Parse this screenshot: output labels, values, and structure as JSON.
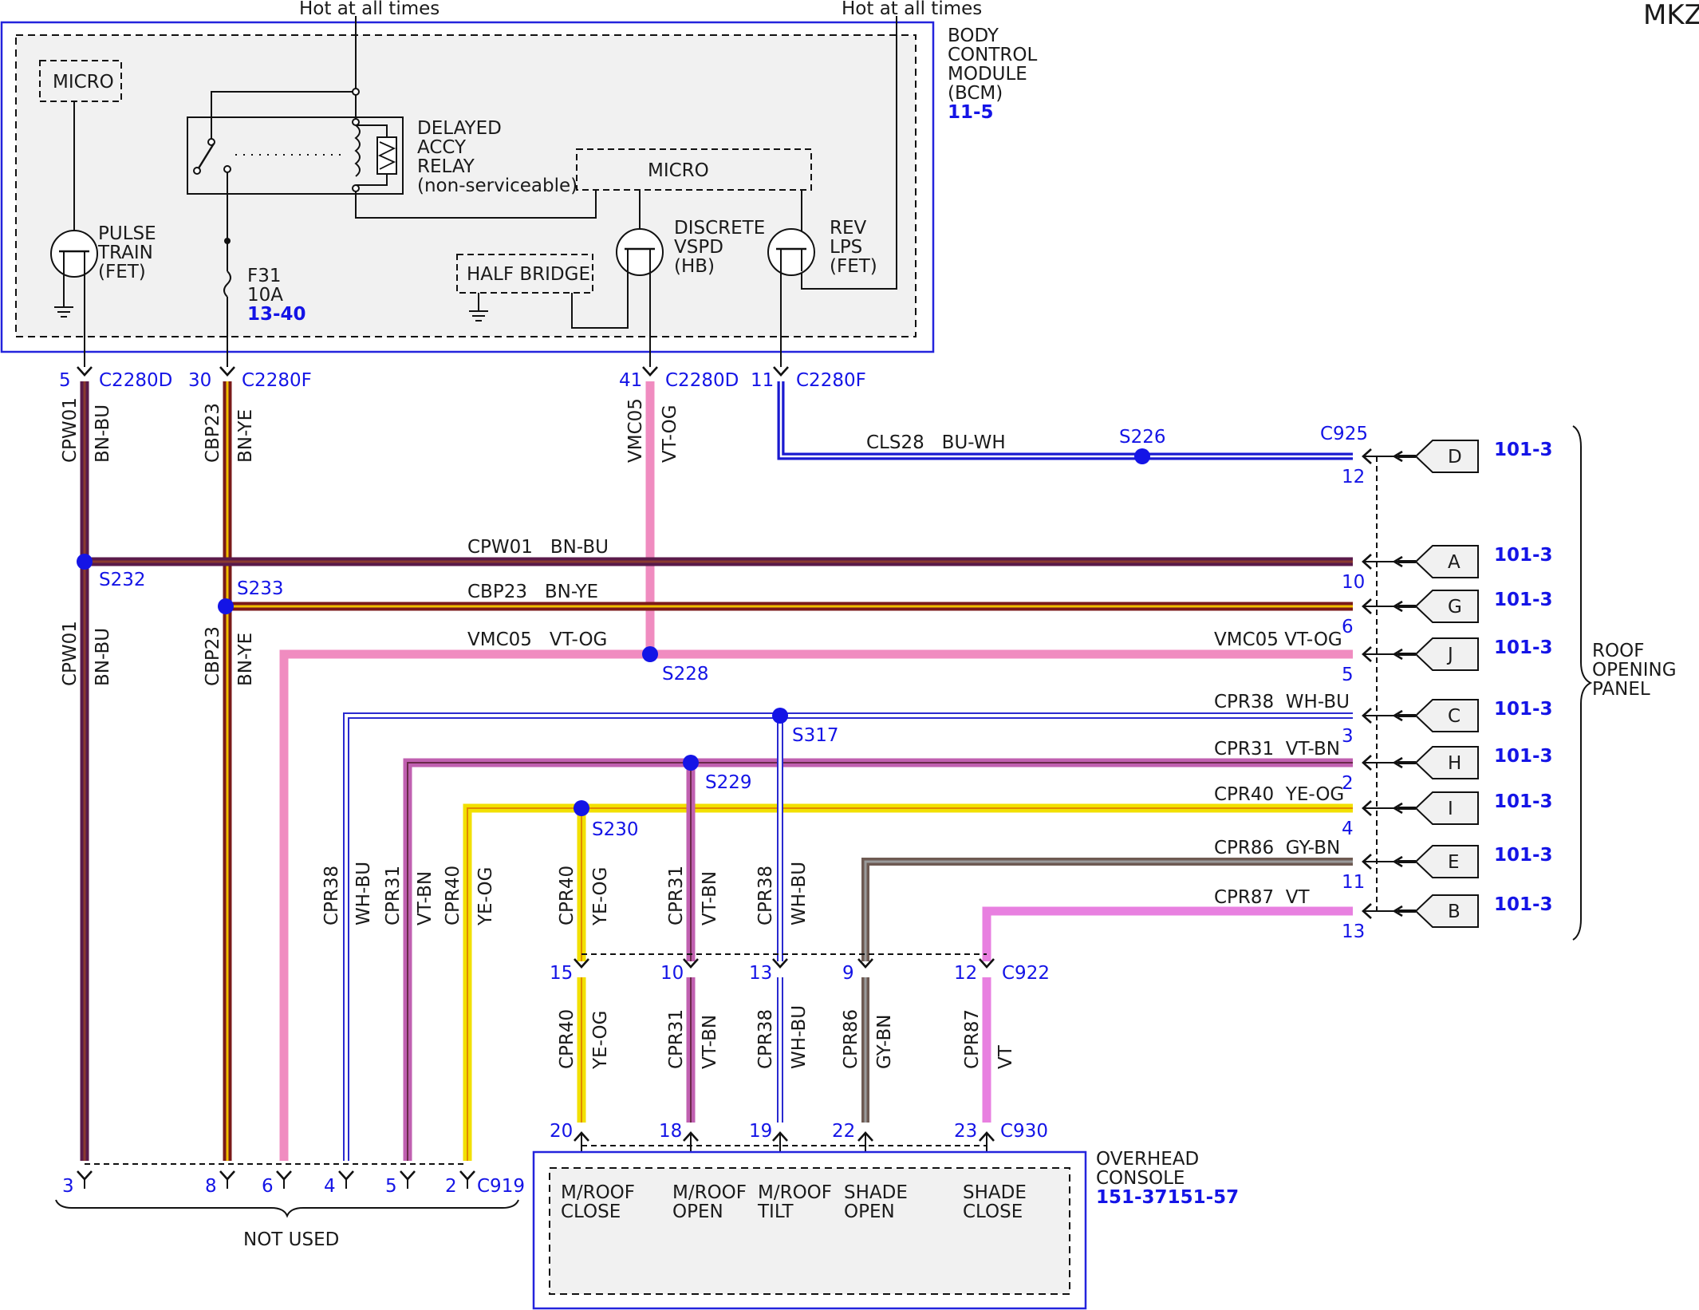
{
  "vehicle": "MKZ",
  "hot_label": "Hot at all times",
  "bcm": {
    "name_lines": [
      "BODY",
      "CONTROL",
      "MODULE",
      "(BCM)"
    ],
    "ref": "11-5",
    "micro_label": "MICRO",
    "relay_lines": [
      "DELAYED",
      "ACCY",
      "RELAY",
      "(non-serviceable)"
    ],
    "half_bridge_label": "HALF BRIDGE",
    "pulse_train_lines": [
      "PULSE",
      "TRAIN",
      "(FET)"
    ],
    "discrete_vspd_lines": [
      "DISCRETE",
      "VSPD",
      "(HB)"
    ],
    "rev_lps_lines": [
      "REV",
      "LPS",
      "(FET)"
    ],
    "fuse_lines": [
      "F31",
      "10A"
    ],
    "fuse_ref": "13-40"
  },
  "bcm_pins": [
    {
      "pin": "5",
      "connector": "C2280D"
    },
    {
      "pin": "30",
      "connector": "C2280F"
    },
    {
      "pin": "41",
      "connector": "C2280D"
    },
    {
      "pin": "11",
      "connector": "C2280F"
    }
  ],
  "vertical_wire_labels": {
    "cpw01_top": [
      "CPW01",
      "BN-BU"
    ],
    "cbp23_top": [
      "CBP23",
      "BN-YE"
    ],
    "vmc05_top": [
      "VMC05",
      "VT-OG"
    ],
    "cpw01_low": [
      "CPW01",
      "BN-BU"
    ],
    "cbp23_low": [
      "CBP23",
      "BN-YE"
    ],
    "cpr38_low": [
      "CPR38",
      "WH-BU"
    ],
    "cpr31_low": [
      "CPR31",
      "VT-BN"
    ],
    "cpr40_low": [
      "CPR40",
      "YE-OG"
    ],
    "mid_cpr40": [
      "CPR40",
      "YE-OG"
    ],
    "mid_cpr31": [
      "CPR31",
      "VT-BN"
    ],
    "mid_cpr38": [
      "CPR38",
      "WH-BU"
    ],
    "bot_cpr40": [
      "CPR40",
      "YE-OG"
    ],
    "bot_cpr31": [
      "CPR31",
      "VT-BN"
    ],
    "bot_cpr38": [
      "CPR38",
      "WH-BU"
    ],
    "bot_cpr86": [
      "CPR86",
      "GY-BN"
    ],
    "bot_cpr87": [
      "CPR87",
      "VT"
    ]
  },
  "horizontal_wires": [
    {
      "label": "CLS28   BU-WH",
      "splice": "S226",
      "pin": "12",
      "letter": "D"
    },
    {
      "label": "CPW01   BN-BU",
      "splice": "S232",
      "pin": "10",
      "letter": "A"
    },
    {
      "label": "CBP23   BN-YE",
      "splice": "S233",
      "pin": "6",
      "letter": "G"
    },
    {
      "label": "VMC05   VT-OG",
      "label_right": "VMC05 VT-OG",
      "splice": "S228",
      "pin": "5",
      "letter": "J"
    },
    {
      "label": "CPR38  WH-BU",
      "splice": "S317",
      "pin": "3",
      "letter": "C"
    },
    {
      "label": "CPR31  VT-BN",
      "splice": "S229",
      "pin": "2",
      "letter": "H"
    },
    {
      "label": "CPR40  YE-OG",
      "splice": "S230",
      "pin": "4",
      "letter": "I"
    },
    {
      "label": "CPR86  GY-BN",
      "pin": "11",
      "letter": "E"
    },
    {
      "label": "CPR87  VT",
      "pin": "13",
      "letter": "B"
    }
  ],
  "roof_connector": "C925",
  "roof_ref": "101-3",
  "roof_lines": [
    "ROOF",
    "OPENING",
    "PANEL"
  ],
  "c922": {
    "connector": "C922",
    "pins": [
      "15",
      "10",
      "13",
      "9",
      "12"
    ]
  },
  "c930": {
    "connector": "C930",
    "pins": [
      "20",
      "18",
      "19",
      "22",
      "23"
    ]
  },
  "c919": {
    "connector": "C919",
    "pins": [
      "3",
      "8",
      "6",
      "4",
      "5",
      "2"
    ]
  },
  "not_used": "NOT USED",
  "overhead": {
    "name_lines": [
      "OVERHEAD",
      "CONSOLE"
    ],
    "ref": "151-37151-57",
    "functions": [
      [
        "M/ROOF",
        "CLOSE"
      ],
      [
        "M/ROOF",
        "OPEN"
      ],
      [
        "M/ROOF",
        "TILT"
      ],
      [
        "SHADE",
        "OPEN"
      ],
      [
        "SHADE",
        "CLOSE"
      ]
    ]
  },
  "colors": {
    "blue_accent": "#1414e6",
    "wire_bn_bu": "#5a1a4a",
    "wire_bn_ye": "#b0461c",
    "wire_vt_og": "#f08cc0",
    "wire_bu_wh": "#1a1ad0",
    "wire_vt_bn": "#c060b0",
    "wire_ye_og": "#f2e000",
    "wire_gy_bn": "#6e5a52",
    "wire_vt": "#e880e0"
  }
}
